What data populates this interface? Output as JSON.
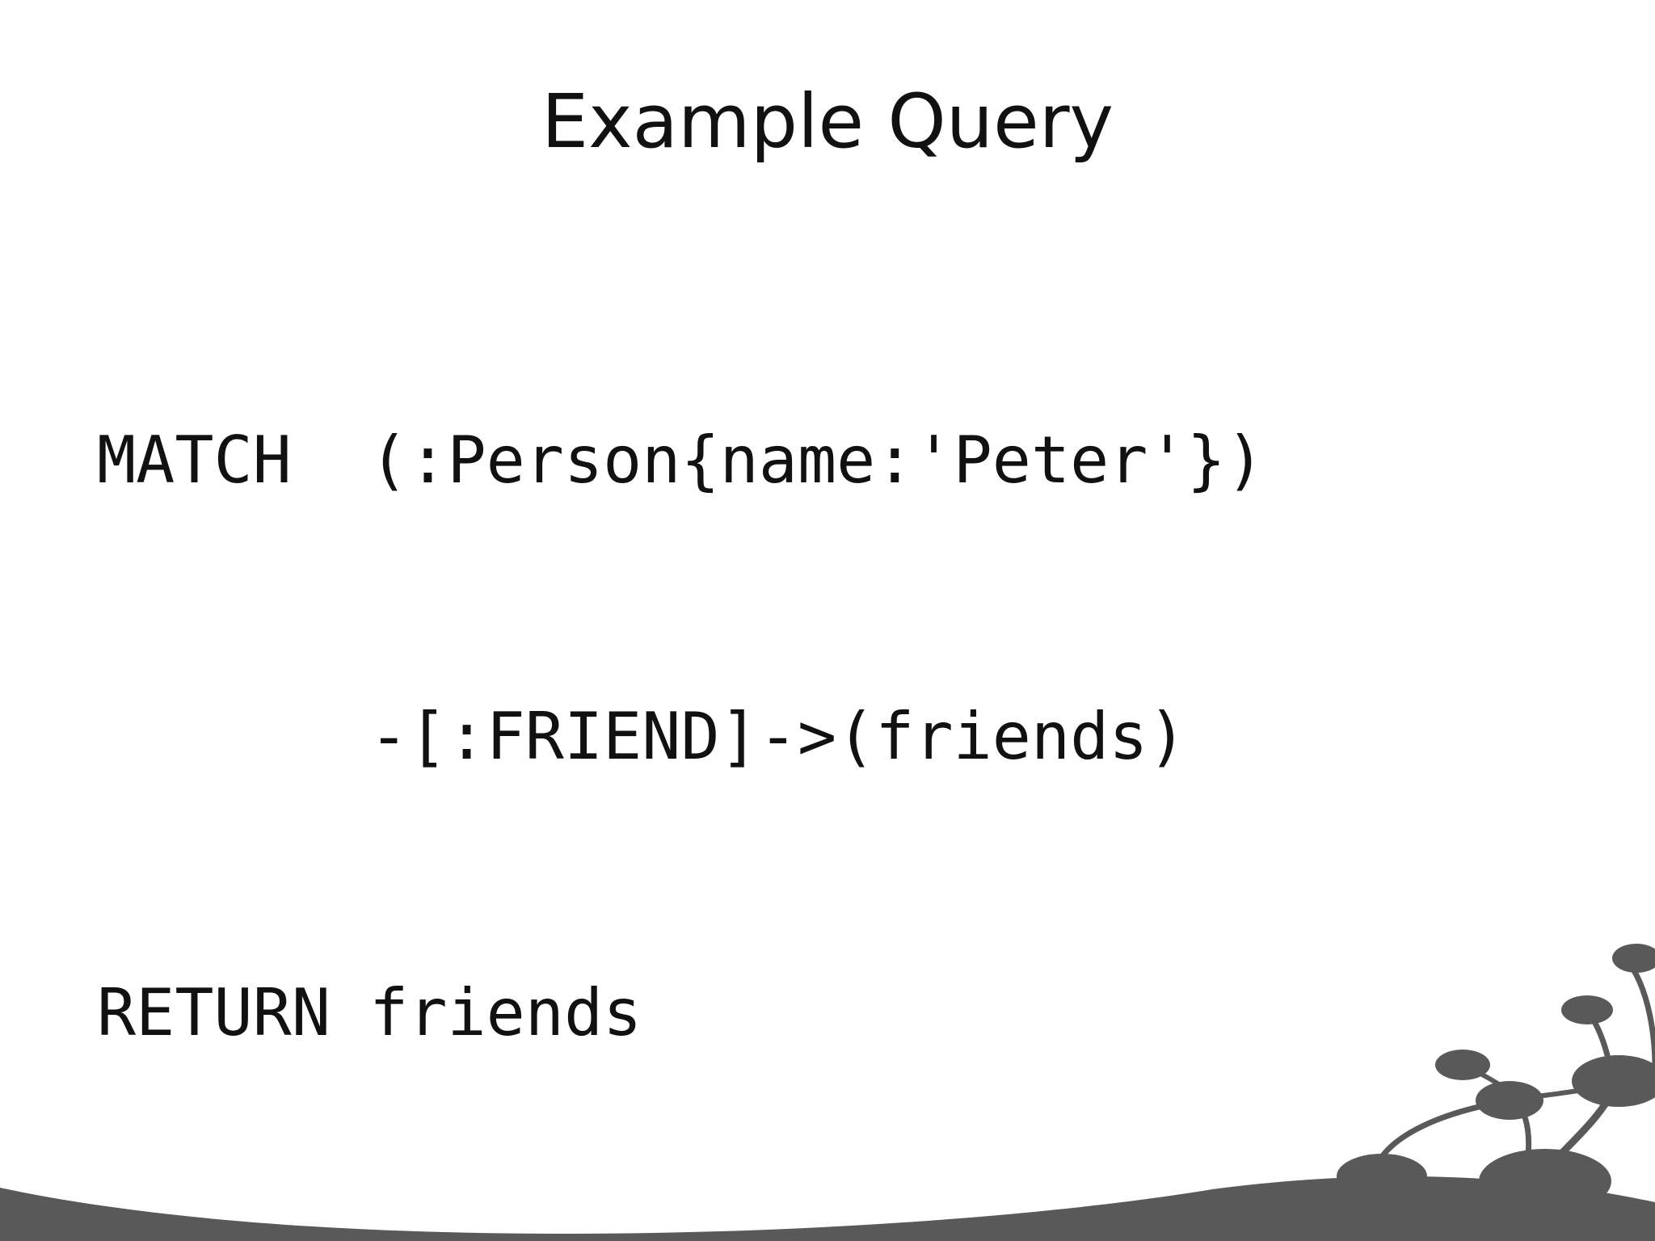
{
  "slide": {
    "title": "Example Query",
    "code_lines": [
      "MATCH  (:Person{name:'Peter'})",
      "       -[:FRIEND]->(friends)",
      "RETURN friends"
    ]
  },
  "decoration": {
    "name": "graph-network-plant-illustration",
    "color": "#595959"
  }
}
